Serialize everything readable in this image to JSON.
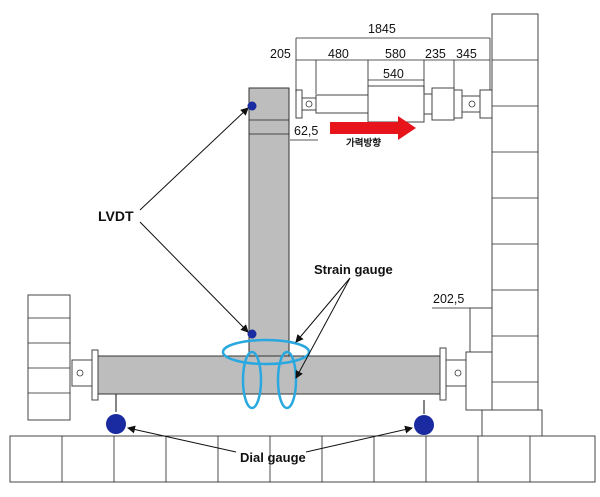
{
  "dimensions": {
    "overall": "1845",
    "d205": "205",
    "d480": "480",
    "d580": "580",
    "d540": "540",
    "d235": "235",
    "d345": "345",
    "d62_5": "62,5",
    "d202_5": "202,5"
  },
  "labels": {
    "lvdt": "LVDT",
    "strain_gauge": "Strain gauge",
    "dial_gauge": "Dial gauge",
    "loading_direction": "가력방향"
  },
  "colors": {
    "member": "#bdbdbd",
    "arrow": "#e8141b",
    "gauge_ring": "#29a8e0",
    "sensor_dot": "#1a2aa0"
  }
}
